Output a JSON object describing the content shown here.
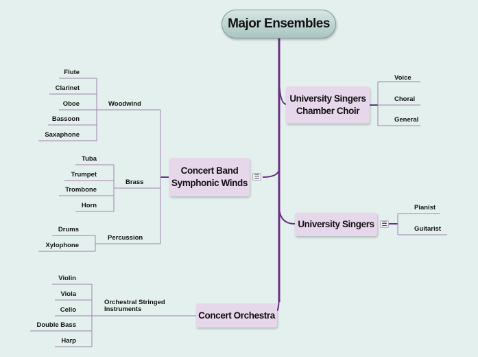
{
  "root": {
    "label": "Major Ensembles"
  },
  "branches": {
    "chamber": {
      "label": "University Singers\nChamber Choir",
      "children": [
        "Voice",
        "Choral",
        "General"
      ]
    },
    "singers": {
      "label": "University Singers",
      "children": [
        "Pianist",
        "Guitarist"
      ]
    },
    "band": {
      "label": "Concert Band\nSymphonic Winds",
      "groups": {
        "woodwind": {
          "label": "Woodwind",
          "children": [
            "Flute",
            "Clarinet",
            "Oboe",
            "Bassoon",
            "Saxaphone"
          ]
        },
        "brass": {
          "label": "Brass",
          "children": [
            "Tuba",
            "Trumpet",
            "Trombone",
            "Horn"
          ]
        },
        "percussion": {
          "label": "Percussion",
          "children": [
            "Drums",
            "Xylophone"
          ]
        }
      }
    },
    "orchestra": {
      "label": "Concert Orchestra",
      "groups": {
        "strings": {
          "label": "Orchestral Stringed\nInstruments",
          "children": [
            "Violin",
            "Viola",
            "Cello",
            "Double Bass",
            "Harp"
          ]
        }
      }
    }
  },
  "icons": {
    "collapse": "list-menu-icon",
    "glyph": "☰"
  },
  "colors": {
    "line": "#6b2f86",
    "thin_line": "#9c83ab",
    "main_node": "#e6d7ea",
    "background": "#e3f0ee"
  }
}
